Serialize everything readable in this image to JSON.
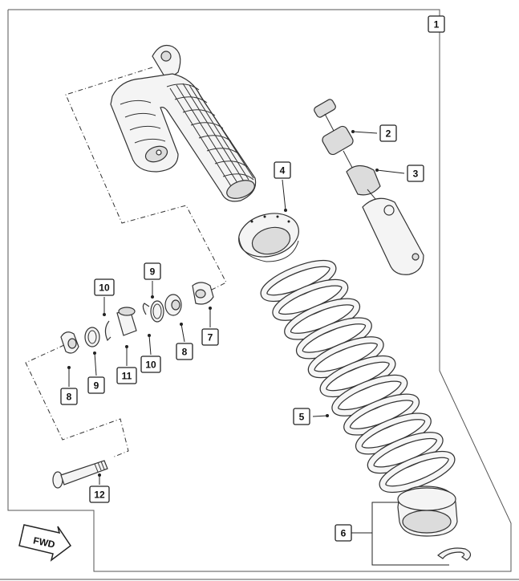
{
  "diagram": {
    "callouts": [
      {
        "id": "c1",
        "label": "1"
      },
      {
        "id": "c2",
        "label": "2"
      },
      {
        "id": "c3",
        "label": "3"
      },
      {
        "id": "c4",
        "label": "4"
      },
      {
        "id": "c5",
        "label": "5"
      },
      {
        "id": "c6",
        "label": "6"
      },
      {
        "id": "c7",
        "label": "7"
      },
      {
        "id": "c8a",
        "label": "8"
      },
      {
        "id": "c8b",
        "label": "8"
      },
      {
        "id": "c9a",
        "label": "9"
      },
      {
        "id": "c9b",
        "label": "9"
      },
      {
        "id": "c10a",
        "label": "10"
      },
      {
        "id": "c10b",
        "label": "10"
      },
      {
        "id": "c11",
        "label": "11"
      },
      {
        "id": "c12",
        "label": "12"
      }
    ],
    "direction_label": "FWD"
  }
}
